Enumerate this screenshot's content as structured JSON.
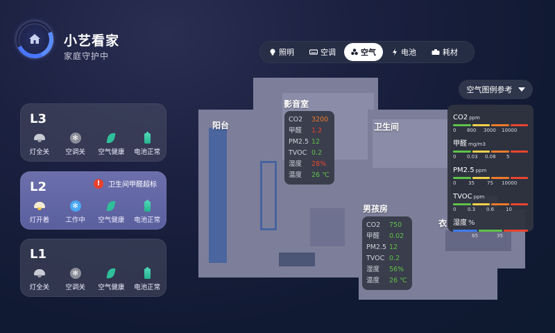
{
  "header": {
    "title": "小艺看家",
    "subtitle": "家庭守护中"
  },
  "tabs": [
    {
      "label": "照明",
      "icon": "bulb-icon",
      "active": false
    },
    {
      "label": "空调",
      "icon": "air-conditioner-icon",
      "active": false
    },
    {
      "label": "空气",
      "icon": "fan-icon",
      "active": true
    },
    {
      "label": "电池",
      "icon": "lightning-icon",
      "active": false
    },
    {
      "label": "耗材",
      "icon": "consumable-icon",
      "active": false
    }
  ],
  "floors": [
    {
      "label": "L3",
      "active": false,
      "alert": null,
      "status": [
        {
          "icon": "lamp-icon",
          "label": "灯全关",
          "state": "off"
        },
        {
          "icon": "ac-icon",
          "label": "空调关",
          "state": "off"
        },
        {
          "icon": "leaf-icon",
          "label": "空气健康"
        },
        {
          "icon": "battery-icon",
          "label": "电池正常"
        }
      ]
    },
    {
      "label": "L2",
      "active": true,
      "alert": "卫生间甲醛超标",
      "status": [
        {
          "icon": "lamp-icon",
          "label": "灯开着",
          "state": "on"
        },
        {
          "icon": "ac-icon",
          "label": "工作中",
          "state": "on"
        },
        {
          "icon": "leaf-icon",
          "label": "空气健康"
        },
        {
          "icon": "battery-icon",
          "label": "电池正常"
        }
      ]
    },
    {
      "label": "L1",
      "active": false,
      "alert": null,
      "status": [
        {
          "icon": "lamp-icon",
          "label": "灯全关",
          "state": "off"
        },
        {
          "icon": "ac-icon",
          "label": "空调关",
          "state": "off"
        },
        {
          "icon": "leaf-icon",
          "label": "空气健康"
        },
        {
          "icon": "battery-icon",
          "label": "电池正常"
        }
      ]
    }
  ],
  "rooms": {
    "balcony": {
      "name": "阳台"
    },
    "media_room": {
      "name": "影音室",
      "readings": [
        {
          "key": "CO2",
          "value": "3200",
          "color": "#f07a2a"
        },
        {
          "key": "甲醛",
          "value": "1.2",
          "color": "#e8452f"
        },
        {
          "key": "PM2.5",
          "value": "12",
          "color": "#5ec24a"
        },
        {
          "key": "TVOC",
          "value": "0.2",
          "color": "#5ec24a"
        },
        {
          "key": "湿度",
          "value": "28%",
          "color": "#e8452f"
        },
        {
          "key": "温度",
          "value": "26 ℃",
          "color": "#5ec24a"
        }
      ]
    },
    "bathroom": {
      "name": "卫生间"
    },
    "boys_room": {
      "name": "男孩房",
      "readings": [
        {
          "key": "CO2",
          "value": "750",
          "color": "#5ec24a"
        },
        {
          "key": "甲醛",
          "value": "0.02",
          "color": "#5ec24a"
        },
        {
          "key": "PM2.5",
          "value": "12",
          "color": "#5ec24a"
        },
        {
          "key": "TVOC",
          "value": "0.2",
          "color": "#5ec24a"
        },
        {
          "key": "湿度",
          "value": "56%",
          "color": "#5ec24a"
        },
        {
          "key": "温度",
          "value": "26 ℃",
          "color": "#5ec24a"
        }
      ]
    },
    "partial_room": {
      "name": "衣"
    }
  },
  "legend": {
    "toggle_label": "空气图例参考",
    "items": [
      {
        "title": "CO2",
        "unit": "ppm",
        "colors": [
          "#5ec24a",
          "#f2d04a",
          "#f07a2a",
          "#e8452f"
        ],
        "ticks": [
          "0",
          "800",
          "3000",
          "10000"
        ]
      },
      {
        "title": "甲醛",
        "unit": "mg/m3",
        "colors": [
          "#5ec24a",
          "#f2d04a",
          "#f07a2a",
          "#e8452f"
        ],
        "ticks": [
          "0",
          "0.03",
          "0.08",
          "5"
        ]
      },
      {
        "title": "PM2.5",
        "unit": "ppm",
        "colors": [
          "#5ec24a",
          "#f2d04a",
          "#f07a2a",
          "#e8452f"
        ],
        "ticks": [
          "0",
          "35",
          "75",
          "10000"
        ]
      },
      {
        "title": "TVOC",
        "unit": "ppm",
        "colors": [
          "#5ec24a",
          "#f2d04a",
          "#f07a2a",
          "#e8452f"
        ],
        "ticks": [
          "0",
          "0.3",
          "0.6",
          "10"
        ]
      },
      {
        "title": "湿度",
        "unit": "%",
        "colors": [
          "#3d7cf0",
          "#5ec24a",
          "#e8452f"
        ],
        "ticks": [
          "65",
          "35"
        ]
      }
    ]
  },
  "colors": {
    "accent": "#4a76ff",
    "good": "#5ec24a",
    "warn": "#f2d04a",
    "moderate": "#f07a2a",
    "bad": "#e8452f",
    "active_card": "#6468a6"
  }
}
